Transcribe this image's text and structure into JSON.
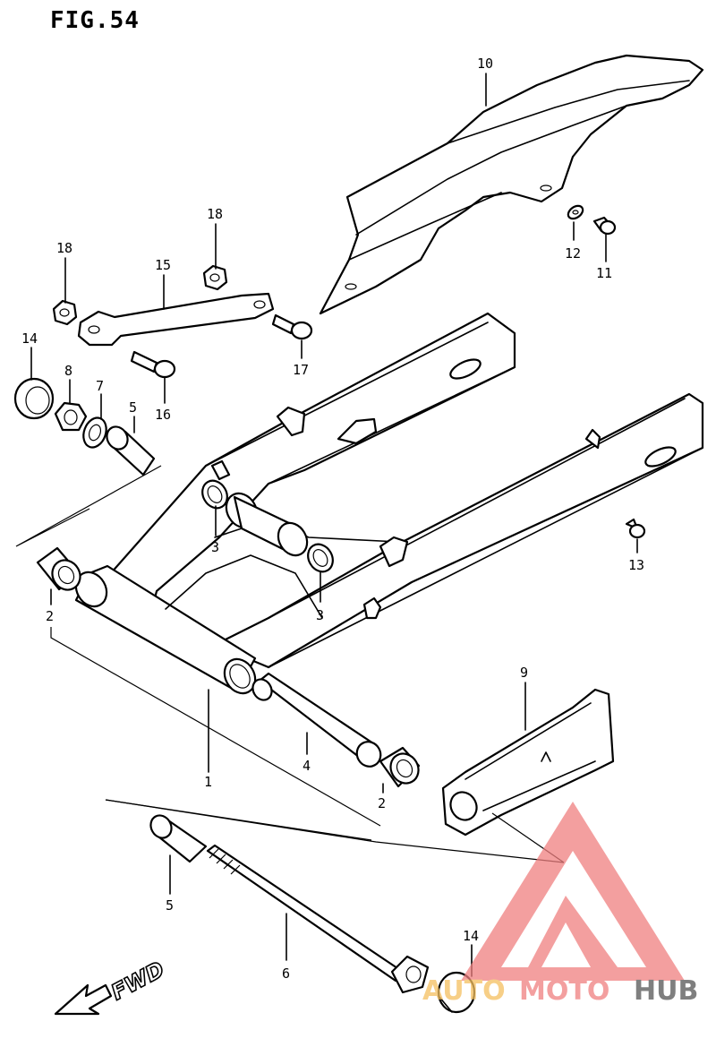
{
  "figure": {
    "title": "FIG.54"
  },
  "callouts": {
    "c1": "1",
    "c2a": "2",
    "c2b": "2",
    "c3a": "3",
    "c3b": "3",
    "c4": "4",
    "c5a": "5",
    "c5b": "5",
    "c6": "6",
    "c7": "7",
    "c8": "8",
    "c9": "9",
    "c10": "10",
    "c11": "11",
    "c12": "12",
    "c13": "13",
    "c14a": "14",
    "c14b": "14",
    "c15": "15",
    "c16": "16",
    "c17": "17",
    "c18a": "18",
    "c18b": "18"
  },
  "direction": {
    "label": "FWD"
  },
  "watermark": {
    "text_a": "AUTO",
    "text_b": "MOTO",
    "text_c": "HUB",
    "color_primary": "#f08080",
    "color_secondary": "#555555"
  }
}
